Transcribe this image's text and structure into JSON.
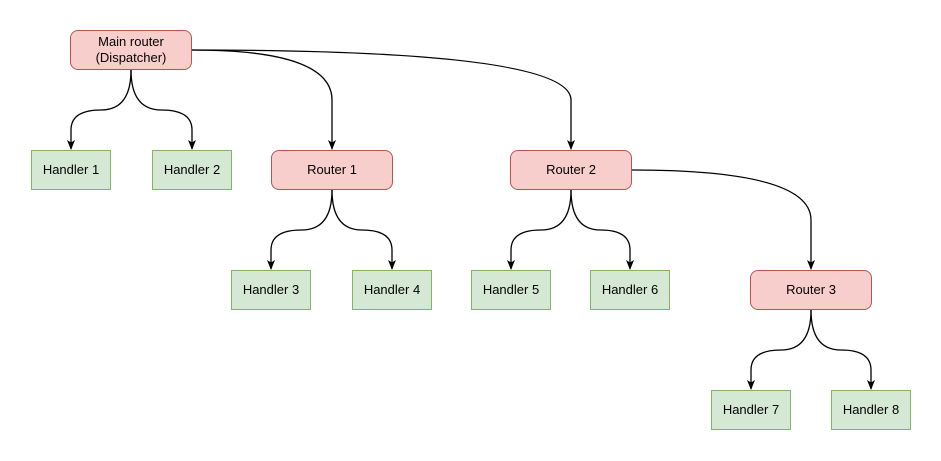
{
  "diagram": {
    "background": "#ffffff",
    "nodes": [
      {
        "id": "main",
        "label": "Main router\n(Dispatcher)",
        "type": "router"
      },
      {
        "id": "h1",
        "label": "Handler 1",
        "type": "handler"
      },
      {
        "id": "h2",
        "label": "Handler 2",
        "type": "handler"
      },
      {
        "id": "r1",
        "label": "Router 1",
        "type": "router"
      },
      {
        "id": "r2",
        "label": "Router 2",
        "type": "router"
      },
      {
        "id": "h3",
        "label": "Handler 3",
        "type": "handler"
      },
      {
        "id": "h4",
        "label": "Handler 4",
        "type": "handler"
      },
      {
        "id": "h5",
        "label": "Handler 5",
        "type": "handler"
      },
      {
        "id": "h6",
        "label": "Handler 6",
        "type": "handler"
      },
      {
        "id": "r3",
        "label": "Router 3",
        "type": "router"
      },
      {
        "id": "h7",
        "label": "Handler 7",
        "type": "handler"
      },
      {
        "id": "h8",
        "label": "Handler 8",
        "type": "handler"
      }
    ],
    "edges": [
      {
        "from": "main",
        "to": "h1",
        "exit": "bottom"
      },
      {
        "from": "main",
        "to": "h2",
        "exit": "bottom"
      },
      {
        "from": "main",
        "to": "r1",
        "exit": "right"
      },
      {
        "from": "main",
        "to": "r2",
        "exit": "right"
      },
      {
        "from": "r1",
        "to": "h3",
        "exit": "bottom"
      },
      {
        "from": "r1",
        "to": "h4",
        "exit": "bottom"
      },
      {
        "from": "r2",
        "to": "h5",
        "exit": "bottom"
      },
      {
        "from": "r2",
        "to": "h6",
        "exit": "bottom"
      },
      {
        "from": "r2",
        "to": "r3",
        "exit": "right"
      },
      {
        "from": "r3",
        "to": "h7",
        "exit": "bottom"
      },
      {
        "from": "r3",
        "to": "h8",
        "exit": "bottom"
      }
    ],
    "colors": {
      "router_fill": "#f8cecc",
      "router_stroke": "#b85450",
      "handler_fill": "#d5e8d4",
      "handler_stroke": "#82b366",
      "edge_stroke": "#000000",
      "text": "#000000"
    }
  }
}
